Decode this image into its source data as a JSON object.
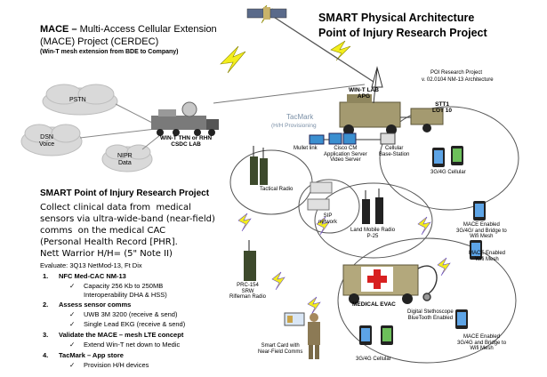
{
  "mace": {
    "title_bold": "MACE –",
    "title_rest": "Multi-Access Cellular Extension",
    "title_line2": "(MACE) Project (CERDEC)",
    "subtitle": "(Win-T mesh extension from BDE to Company)"
  },
  "main_title": {
    "line1": "SMART  Physical Architecture",
    "line2": "Point of Injury Research Project"
  },
  "poi_meta": {
    "line1": "POI Research  Project",
    "line2": "v. 02.0104 NM-13  Architecture"
  },
  "clouds": {
    "pstn": "PSTN",
    "dsn": "DSN\nVoice",
    "niprnet": "NIPR\nData"
  },
  "vehicles": {
    "wint_csdc": "WIN-T THN or RHN\nCSDC LAB",
    "wint_apg": "WIN-T LAB\nAPG",
    "stt": "STT1\nLOT 10",
    "medevac": "MEDICAL EVAC"
  },
  "labels": {
    "tacmark": "TacMark",
    "hh_provisioning": "(H/H Provisioning",
    "mullet_link": "Mullet link",
    "cisco": "Cisco CM\nApplication Server\nVideo Server",
    "cellular_bs": "Cellular\nBase-Station",
    "cellular_3g4g": "3G/4G Cellular",
    "tactical_radio": "Tactical Radio",
    "sip_network": "SIP\nnetwork",
    "lmr": "Land Mobile Radio\nP-25",
    "mace_bridge_top": "MACE Enabled\n3G/4G/ and Bridge to\nWifi Mesh",
    "mace_wifi": "MACE Enabled\nWifi Mesh",
    "prc154": "PRC-154\nSRW\nRifleman Radio",
    "stethoscope": "Digital Stethoscope\nBlueTooth Enabled",
    "smart_card": "Smart Card with\nNear-Field Comms",
    "cellular_bottom": "3G/4G Cellular",
    "mace_bridge_bottom": "MACE Enabled\n3G/4G and Bridge to\nWifi Mesh"
  },
  "poi": {
    "title": "SMART  Point of Injury Research Project",
    "body": "Collect clinical data from  medical\nsensors via ultra-wide-band (near-field)\ncomms  on the medical CAC\n(Personal Health Record [PHR].\nNett Warrior H/H= (5\" Note II)",
    "evaluate": "Evaluate:   3Q13 NetMod-13, Ft Dix",
    "items": [
      {
        "num": "1.",
        "title": "NFC Med-CAC NM-13",
        "subs": [
          "Capacity  256 Kb to 250MB",
          "Interoperability  DHA & HSS)"
        ]
      },
      {
        "num": "2.",
        "title": "Assess sensor comms",
        "subs": [
          "UWB 3M 3200   (receive & send)",
          "Single Lead EKG  (receive & send)"
        ]
      },
      {
        "num": "3.",
        "title": "Validate the MACE – mesh LTE concept",
        "subs": [
          "Extend Win-T net down to Medic"
        ]
      },
      {
        "num": "4.",
        "title": "TacMark – App store",
        "subs": [
          "Provision H/H devices"
        ]
      }
    ],
    "check": "✓"
  }
}
